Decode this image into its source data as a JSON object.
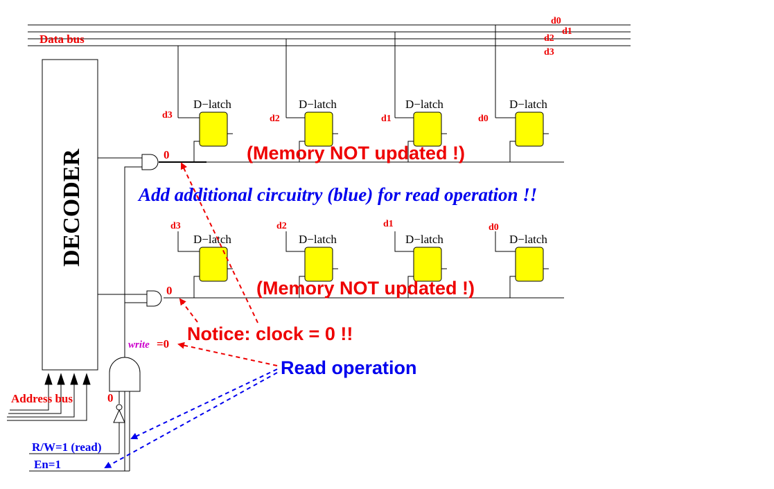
{
  "labels": {
    "data_bus": "Data bus",
    "decoder": "DECODER",
    "address_bus": "Address bus",
    "d_latch": "D−latch",
    "bits": [
      "d3",
      "d2",
      "d1",
      "d0"
    ],
    "bus_bits": [
      "d0",
      "d1",
      "d2",
      "d3"
    ],
    "zero": "0",
    "write_word": "write",
    "write_value": "=0",
    "rw": "R/W=1 (read)",
    "en": "En=1",
    "memory_not_updated": "(Memory NOT updated !)",
    "add_circuitry": "Add additional circuitry (blue) for read operation !!",
    "notice": "Notice: clock = 0 !!",
    "read_operation": "Read operation"
  },
  "colors": {
    "black": "#000000",
    "red": "#ee0000",
    "blue": "#0000ee",
    "magenta": "#cc00cc",
    "latch_fill": "#ffff00"
  }
}
